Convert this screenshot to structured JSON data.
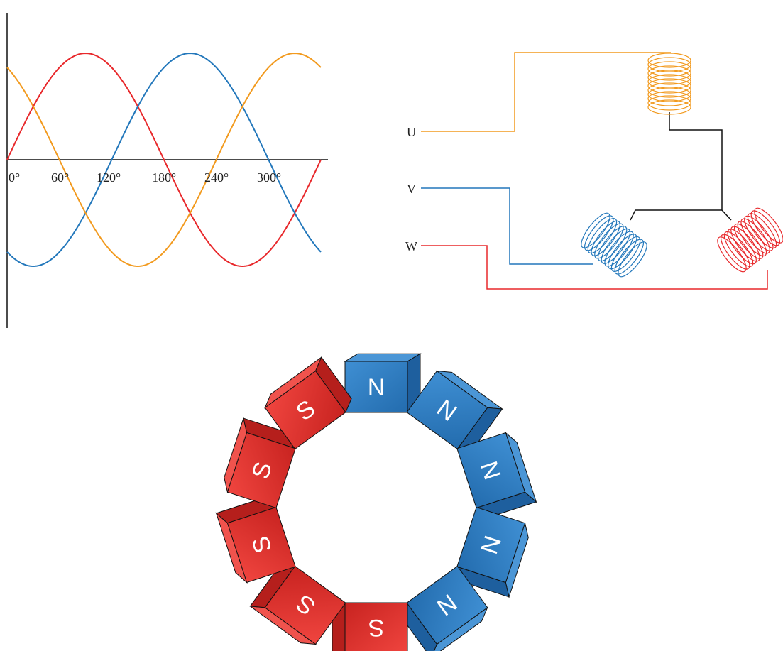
{
  "waveform": {
    "x_tick_labels": [
      "0°",
      "60°",
      "120°",
      "180°",
      "240°",
      "300°"
    ],
    "x_tick_values_deg": [
      0,
      60,
      120,
      180,
      240,
      300
    ],
    "x_range_deg": [
      0,
      360
    ],
    "series": [
      {
        "phase_offset_deg": 0,
        "color": "#e8282b"
      },
      {
        "phase_offset_deg": 120,
        "color": "#2277bb"
      },
      {
        "phase_offset_deg": 240,
        "color": "#f29a1e"
      }
    ]
  },
  "circuit": {
    "phases": [
      {
        "label": "U",
        "color": "#f29a1e"
      },
      {
        "label": "V",
        "color": "#2277bb"
      },
      {
        "label": "W",
        "color": "#e8282b"
      }
    ],
    "neutral_color": "#111111"
  },
  "magnet_ring": {
    "magnets": [
      {
        "letter": "N",
        "pole": "north"
      },
      {
        "letter": "N",
        "pole": "north"
      },
      {
        "letter": "N",
        "pole": "north"
      },
      {
        "letter": "N",
        "pole": "north"
      },
      {
        "letter": "N",
        "pole": "north"
      },
      {
        "letter": "S",
        "pole": "south"
      },
      {
        "letter": "S",
        "pole": "south"
      },
      {
        "letter": "S",
        "pole": "south"
      },
      {
        "letter": "S",
        "pole": "south"
      },
      {
        "letter": "S",
        "pole": "south"
      }
    ],
    "north_colors": {
      "face": "#2f7fc4",
      "side": "#1e5f9e",
      "top": "#4b96d6"
    },
    "south_colors": {
      "face": "#e3302c",
      "side": "#b51f1c",
      "top": "#f0534d"
    }
  }
}
